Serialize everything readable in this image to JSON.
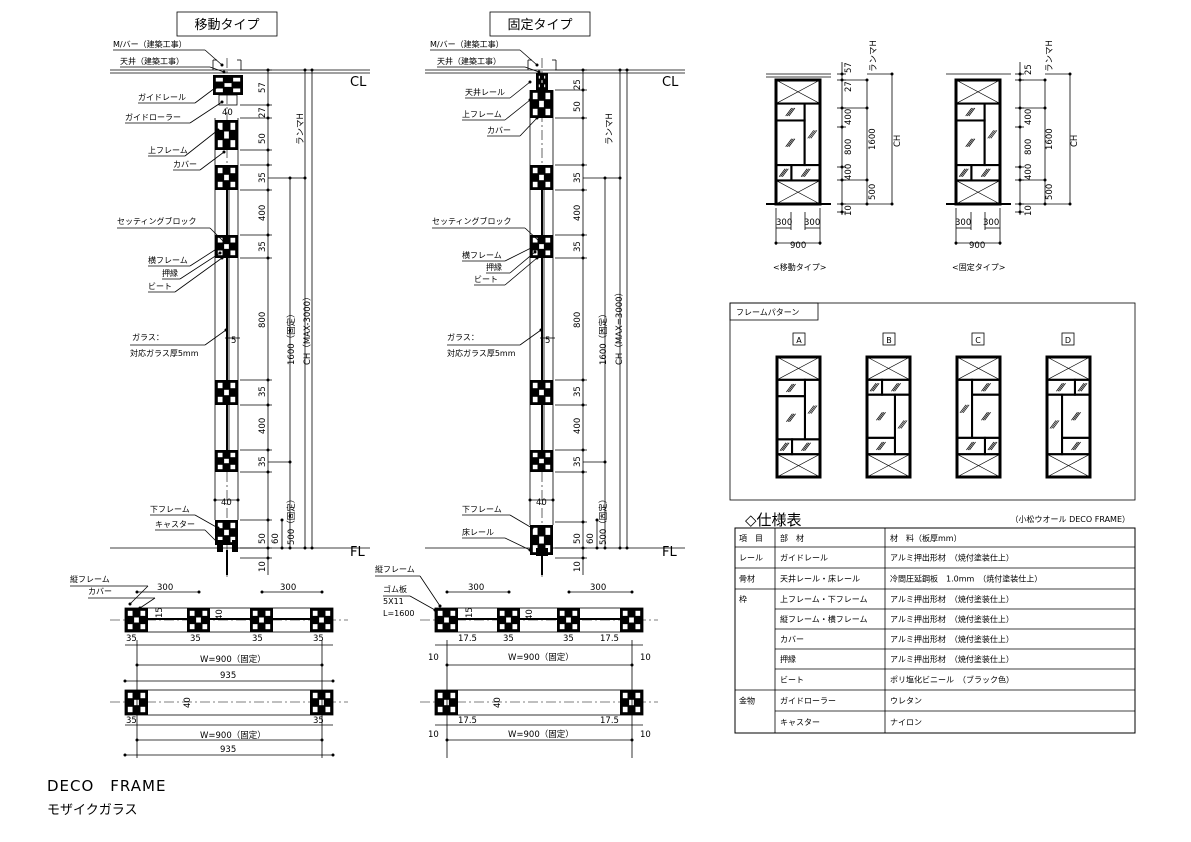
{
  "moving": {
    "title": "移動タイプ",
    "labels": {
      "mbar": "M/バー（建築工事）",
      "ceiling": "天井（建築工事）",
      "guide_rail": "ガイドレール",
      "guide_roller": "ガイドローラー",
      "top_frame": "上フレーム",
      "cover": "カバー",
      "setting_block": "セッティングブロック",
      "h_frame": "横フレーム",
      "stop": "押縁",
      "bead": "ビート",
      "glass": "ガラス：",
      "glass_thk": "対応ガラス厚5mm",
      "bottom_frame": "下フレーム",
      "caster": "キャスター"
    },
    "dims": {
      "d57": "57",
      "d27": "27",
      "d40": "40",
      "d50": "50",
      "d35": "35",
      "d400": "400",
      "d800": "800",
      "d5": "5",
      "d40b": "40",
      "d60": "60",
      "d10": "10",
      "ranma": "ランマH",
      "d1600": "1600（固定）",
      "ch": "CH（MAX-3000）",
      "fixed500": "500（固定）"
    },
    "cl": "CL",
    "fl": "FL"
  },
  "fixed": {
    "title": "固定タイプ",
    "labels": {
      "mbar": "M/バー（建築工事）",
      "ceiling": "天井（建築工事）",
      "ceiling_rail": "天井レール",
      "top_frame": "上フレーム",
      "cover": "カバー",
      "setting_block": "セッティングブロック",
      "h_frame": "横フレーム",
      "stop": "押縁",
      "bead": "ビート",
      "glass": "ガラス：",
      "glass_thk": "対応ガラス厚5mm",
      "bottom_frame": "下フレーム",
      "floor_rail": "床レール"
    },
    "dims": {
      "d25": "25",
      "d50": "50",
      "d35": "35",
      "d400": "400",
      "d800": "800",
      "d5": "5",
      "d40b": "40",
      "d60": "60",
      "d10": "10",
      "ranma": "ランマH",
      "d1600": "1600（固定）",
      "ch": "CH（MAX=3000）",
      "fixed500": "500（固定）"
    },
    "cl": "CL",
    "fl": "FL"
  },
  "plans": {
    "moving": {
      "v_frame": "縦フレーム",
      "cover": "カバー",
      "d300": "300",
      "d15": "15",
      "d40": "40",
      "d35": "35",
      "width": "W=900（固定）",
      "total": "935"
    },
    "fixed": {
      "v_frame": "縦フレーム",
      "rubber": "ゴム板",
      "rubber_size": "5X11",
      "rubber_len": "L=1600",
      "d300": "300",
      "d15": "15",
      "d40": "40",
      "d35": "35",
      "d175": "17.5",
      "d10": "10",
      "width": "W=900（固定）"
    }
  },
  "elevations": {
    "moving": {
      "caption": "<移動タイプ>",
      "d57": "57",
      "d27": "27",
      "d400": "400",
      "d800": "800",
      "d500": "500",
      "d10": "10",
      "d1600": "1600",
      "ch": "CH",
      "ranma": "ランマH",
      "w300": "300",
      "w900": "900"
    },
    "fixed": {
      "caption": "<固定タイプ>",
      "d25": "25",
      "d400": "400",
      "d800": "800",
      "d500": "500",
      "d10": "10",
      "d1600": "1600",
      "ch": "CH",
      "ranma": "ランマH",
      "w300": "300",
      "w900": "900"
    }
  },
  "patterns": {
    "title": "フレームパターン",
    "items": [
      "A",
      "B",
      "C",
      "D"
    ]
  },
  "spec": {
    "title": "◇仕様表",
    "subtitle": "（小松ウオール DECO FRAME）",
    "headers": [
      "項　目",
      "部　材",
      "材　料（板厚mm）"
    ],
    "rows": [
      {
        "cat": "レール",
        "part": "ガイドレール",
        "material": "アルミ押出形材　（焼付塗装仕上）"
      },
      {
        "cat": "骨材",
        "part": "天井レール・床レール",
        "material": "冷間圧延鋼板　1.0mm　（焼付塗装仕上）"
      },
      {
        "cat": "枠",
        "part": "上フレーム・下フレーム",
        "material": "アルミ押出形材　（焼付塗装仕上）"
      },
      {
        "cat": "",
        "part": "縦フレーム・横フレーム",
        "material": "アルミ押出形材　（焼付塗装仕上）"
      },
      {
        "cat": "",
        "part": "カバー",
        "material": "アルミ押出形材　（焼付塗装仕上）"
      },
      {
        "cat": "",
        "part": "押縁",
        "material": "アルミ押出形材　（焼付塗装仕上）"
      },
      {
        "cat": "",
        "part": "ビート",
        "material": "ポリ塩化ビニール　（ブラック色）"
      },
      {
        "cat": "金物",
        "part": "ガイドローラー",
        "material": "ウレタン"
      },
      {
        "cat": "",
        "part": "キャスター",
        "material": "ナイロン"
      }
    ]
  },
  "footer": {
    "title": "DECO　FRAME",
    "subtitle": "モザイクガラス"
  }
}
